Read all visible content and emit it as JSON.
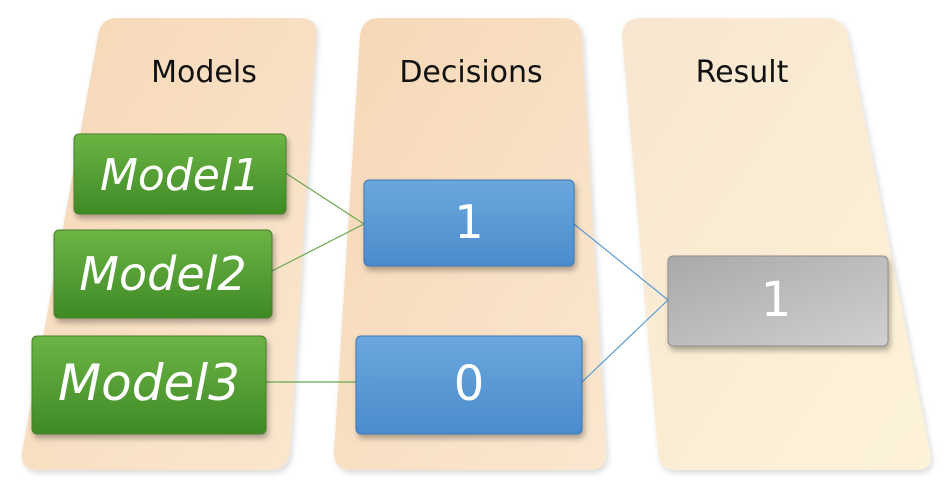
{
  "columns": {
    "models": {
      "title": "Models"
    },
    "decisions": {
      "title": "Decisions"
    },
    "result": {
      "title": "Result"
    }
  },
  "models": [
    {
      "label": "Model1"
    },
    {
      "label": "Model2"
    },
    {
      "label": "Model3"
    }
  ],
  "decisions": [
    {
      "value": "1"
    },
    {
      "value": "0"
    }
  ],
  "result": {
    "value": "1"
  },
  "colors": {
    "column_fill": "#f7dcc0",
    "column_fill_result": "#fbeccd",
    "model_fill": "#5b9a35",
    "decision_fill": "#5b9bd5",
    "result_fill": "#b5b5b5",
    "green_connector": "#6aa84f",
    "blue_connector": "#5b9bd5"
  }
}
